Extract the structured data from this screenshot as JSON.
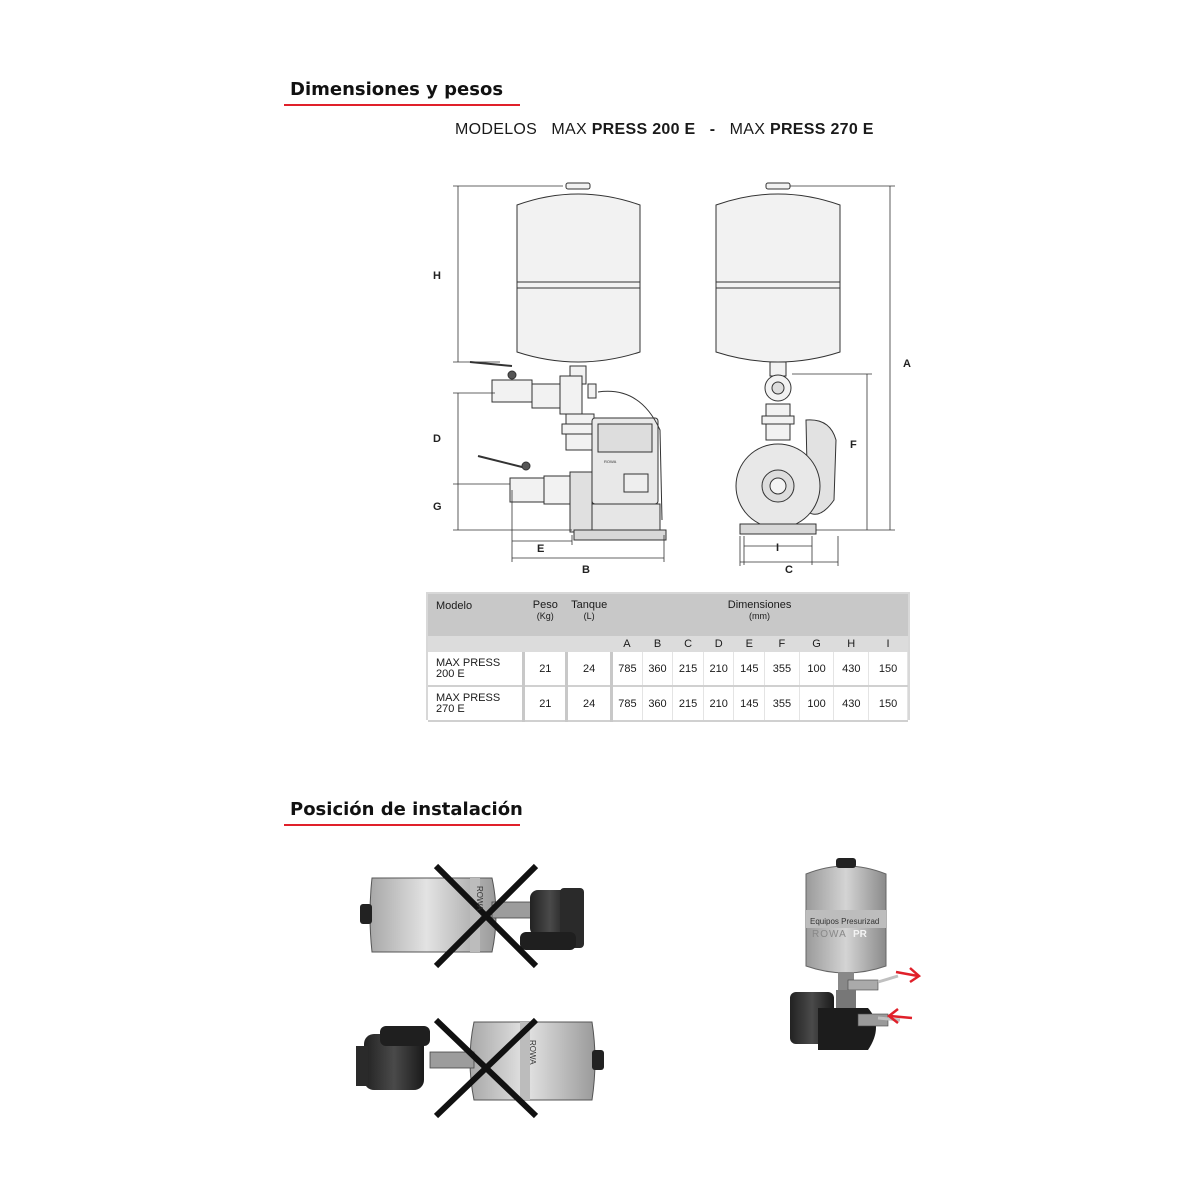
{
  "sections": {
    "dimensions_title": "Dimensiones y pesos",
    "installation_title": "Posición de instalación"
  },
  "models_line": {
    "prefix": "MODELOS",
    "model1_a": "MAX",
    "model1_b": "PRESS 200 E",
    "separator": "-",
    "model2_a": "MAX",
    "model2_b": "PRESS 270 E"
  },
  "diagram_labels": {
    "H": "H",
    "D": "D",
    "G": "G",
    "E": "E",
    "B": "B",
    "A": "A",
    "F": "F",
    "I": "I",
    "C": "C",
    "controller_brand": "ROWA"
  },
  "table": {
    "col_model": "Modelo",
    "col_peso": "Peso",
    "col_peso_unit": "(Kg)",
    "col_tanque": "Tanque",
    "col_tanque_unit": "(L)",
    "col_dims": "Dimensiones",
    "col_dims_unit": "(mm)",
    "dim_headers": [
      "A",
      "B",
      "C",
      "D",
      "E",
      "F",
      "G",
      "H",
      "I"
    ],
    "rows": [
      {
        "model_l1": "MAX PRESS",
        "model_l2": "200 E",
        "peso": "21",
        "tanque": "24",
        "dims": [
          "785",
          "360",
          "215",
          "210",
          "145",
          "355",
          "100",
          "430",
          "150"
        ]
      },
      {
        "model_l1": "MAX PRESS",
        "model_l2": "270 E",
        "peso": "21",
        "tanque": "24",
        "dims": [
          "785",
          "360",
          "215",
          "210",
          "145",
          "355",
          "100",
          "430",
          "150"
        ]
      }
    ]
  },
  "install_images": {
    "tank_brand": "ROWA",
    "tank_brand_highlight": "PR",
    "tank_caption": "Equipos Presurizad"
  },
  "colors": {
    "accent_red": "#e0202a",
    "tank_grey": "#c9c9c9",
    "table_header": "#c8c8c8"
  }
}
